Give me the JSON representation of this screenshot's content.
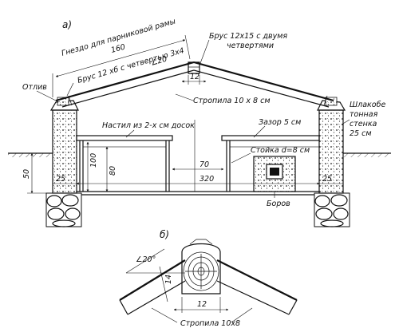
{
  "labels": {
    "part_a": "а)",
    "part_b": "б)",
    "frame_nest": "Гнездо для парниковой рамы",
    "beam_rebate": "Брус 12 хб с четвертью 3х4",
    "beam_12x15": "Брус 12х15 с двумя четвертями",
    "drip": "Отлив",
    "rafters_a": "Стропила 10 х 8 см",
    "slag_wall": "Шлакобетонная стенка 25 см",
    "deck": "Настил из 2-х см досок",
    "gap": "Зазор 5 см",
    "post": "Стойка d=8 см",
    "flue": "Боров",
    "rafters_b": "Стропила 10х8"
  },
  "dimensions": {
    "d160": "160",
    "angle_a": "∠20",
    "d12_top": "12",
    "d100": "100",
    "d80": "80",
    "d70": "70",
    "d320": "320",
    "d25_left": "25",
    "d25_right": "25",
    "d50": "50",
    "angle_b": "∠20°",
    "d14": "14",
    "d12_bottom": "12"
  }
}
